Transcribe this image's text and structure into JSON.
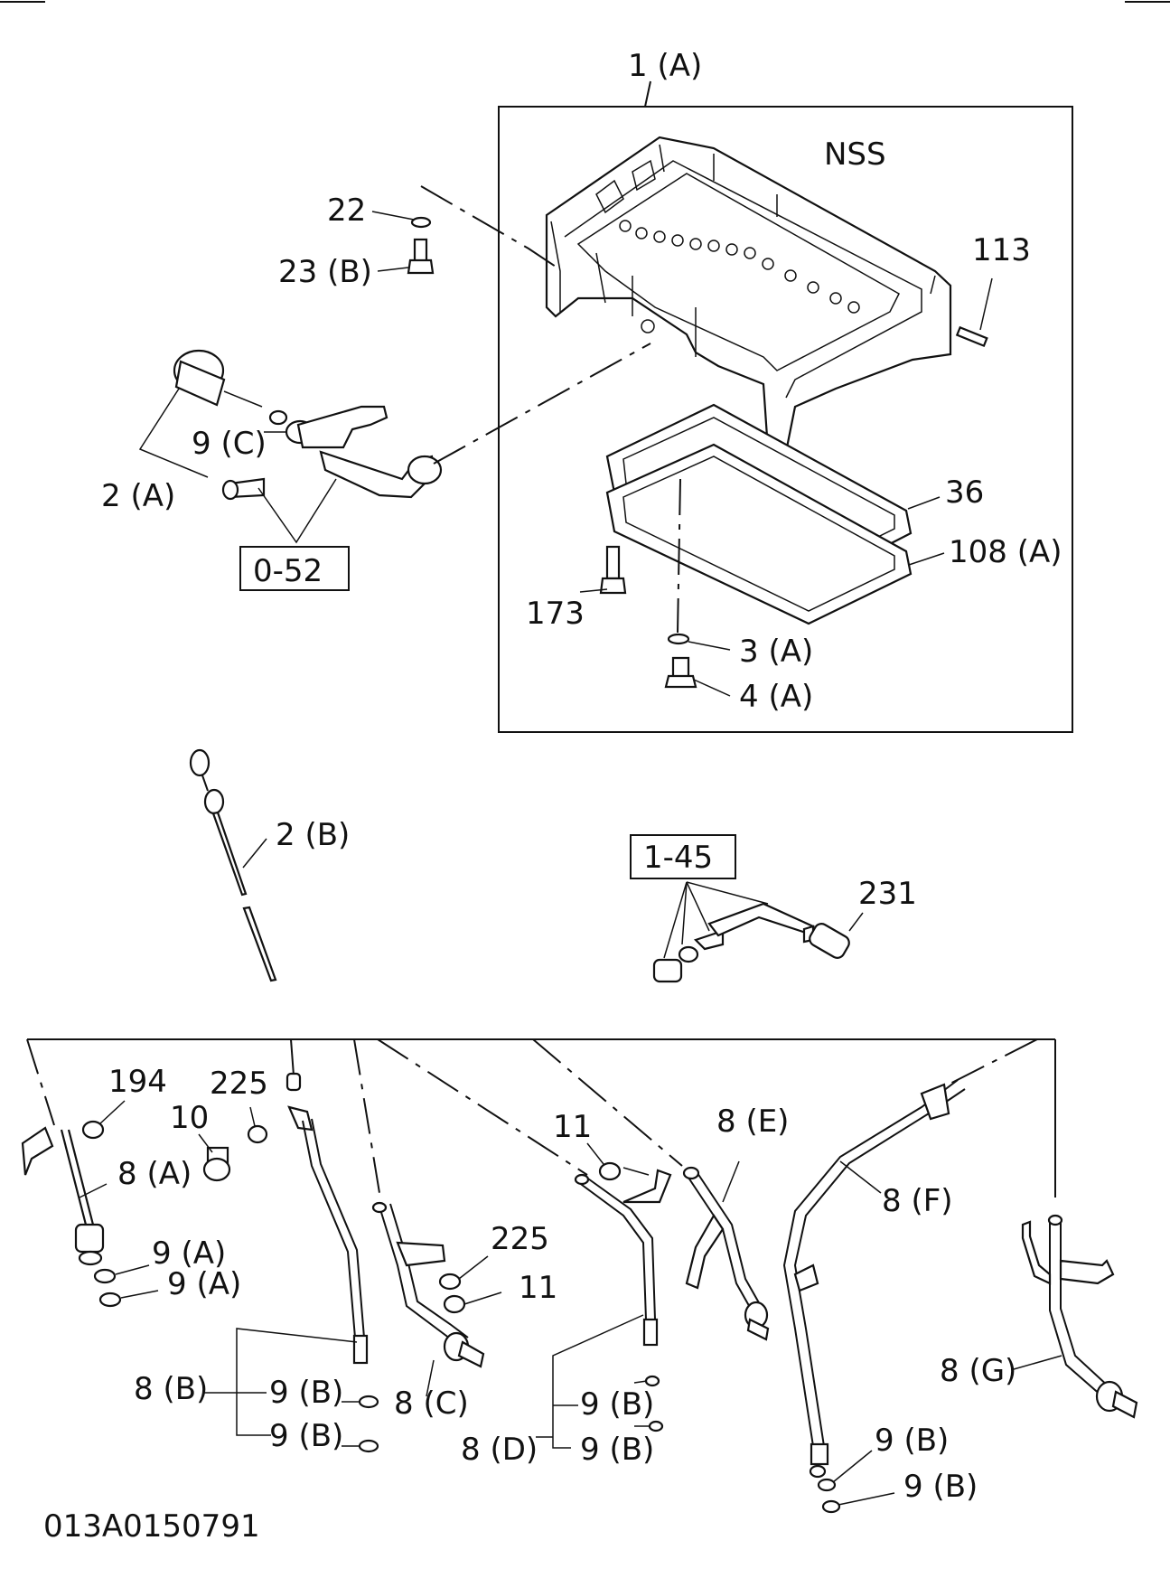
{
  "diagram_id": "013A0150791",
  "callouts": {
    "c1A": "1 (A)",
    "nss": "NSS",
    "c22": "22",
    "c23B": "23 (B)",
    "c113": "113",
    "c9C": "9 (C)",
    "c2A": "2 (A)",
    "c36": "36",
    "c108A": "108 (A)",
    "c052": "0-52",
    "c173": "173",
    "c3A": "3 (A)",
    "c4A": "4 (A)",
    "c2B": "2 (B)",
    "c145": "1-45",
    "c231": "231",
    "c194": "194",
    "c225a": "225",
    "c10": "10",
    "c8A": "8 (A)",
    "c9A1": "9 (A)",
    "c9A2": "9 (A)",
    "c11a": "11",
    "c8E": "8 (E)",
    "c8F": "8 (F)",
    "c225b": "225",
    "c11b": "11",
    "c8G": "8 (G)",
    "c8B": "8 (B)",
    "c9B1": "9 (B)",
    "c9B2": "9 (B)",
    "c8C": "8 (C)",
    "c9B3": "9 (B)",
    "c9B4": "9 (B)",
    "c8D": "8 (D)",
    "c9B5": "9 (B)",
    "c9B6": "9 (B)"
  }
}
